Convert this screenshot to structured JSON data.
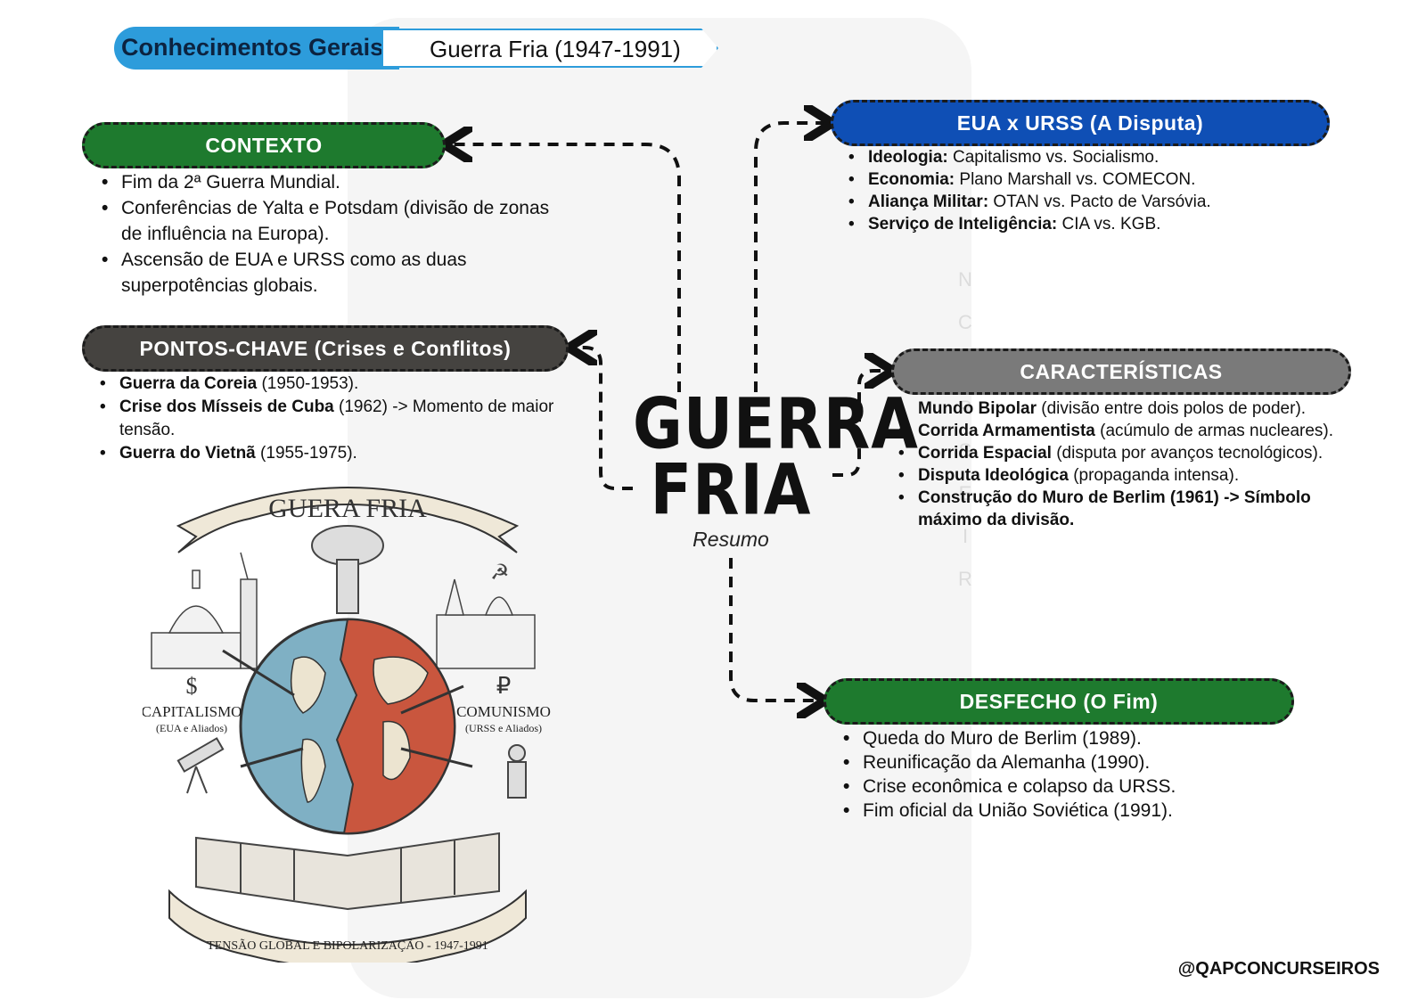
{
  "header": {
    "category": "Conhecimentos Gerais",
    "topic": "Guerra Fria (1947-1991)"
  },
  "center": {
    "title_line1": "GUERRA",
    "title_line2": "FRIA",
    "subtitle": "Resumo"
  },
  "contexto": {
    "title": "CONTEXTO",
    "color": "#1e7a2e",
    "items": [
      "Fim da 2ª Guerra Mundial.",
      "Conferências de Yalta e Potsdam (divisão de zonas de influência na Europa).",
      "Ascensão de EUA e URSS como as duas superpotências globais."
    ]
  },
  "pontos": {
    "title": "PONTOS-CHAVE (Crises e Conflitos)",
    "color": "#454340",
    "items": [
      {
        "bold": "Guerra da Coreia",
        "text": " (1950-1953)."
      },
      {
        "bold": "Crise dos Mísseis de Cuba",
        "text": " (1962) -> Momento de maior tensão."
      },
      {
        "bold": "Guerra do Vietnã",
        "text": " (1955-1975)."
      }
    ]
  },
  "disputa": {
    "title": "EUA x URSS (A Disputa)",
    "color": "#0f4fb5",
    "items": [
      {
        "bold": "Ideologia:",
        "text": " Capitalismo vs. Socialismo."
      },
      {
        "bold": "Economia:",
        "text": " Plano Marshall vs. COMECON."
      },
      {
        "bold": "Aliança Militar:",
        "text": " OTAN vs. Pacto de Varsóvia."
      },
      {
        "bold": "Serviço de Inteligência:",
        "text": " CIA vs. KGB."
      }
    ]
  },
  "caracteristicas": {
    "title": "CARACTERÍSTICAS",
    "color": "#7a7a7a",
    "items": [
      {
        "bold": "Mundo Bipolar",
        "text": " (divisão entre dois polos de poder)."
      },
      {
        "bold": "Corrida Armamentista",
        "text": " (acúmulo de armas nucleares)."
      },
      {
        "bold": "Corrida Espacial",
        "text": " (disputa por avanços tecnológicos)."
      },
      {
        "bold": "Disputa Ideológica",
        "text": " (propaganda intensa)."
      },
      {
        "bold": "Construção do Muro de Berlim (1961) -> Símbolo máximo da divisão.",
        "text": ""
      }
    ]
  },
  "desfecho": {
    "title": "DESFECHO (O Fim)",
    "color": "#1e7a2e",
    "items": [
      "Queda do Muro de Berlim (1989).",
      "Reunificação da Alemanha (1990).",
      "Crise econômica e colapso da URSS.",
      "Fim oficial da União Soviética (1991)."
    ]
  },
  "illustration": {
    "banner_top": "GUERA FRIA",
    "left_symbol": "$",
    "left_label": "CAPITALISMO",
    "left_sub": "(EUA e Aliados)",
    "right_symbol": "₽",
    "right_label": "COMUNISMO",
    "right_sub": "(URSS e Aliados)",
    "banner_bottom": "TENSÃO GLOBAL E BIPOLARIZAÇÃO - 1947-1991",
    "ocean_color": "#7fb0c4",
    "red_color": "#c9563e"
  },
  "watermark_letters": [
    "N",
    "C",
    "U",
    "R",
    "S",
    "E",
    "I",
    "R"
  ],
  "footer": "@QAPCONCURSEIROS"
}
